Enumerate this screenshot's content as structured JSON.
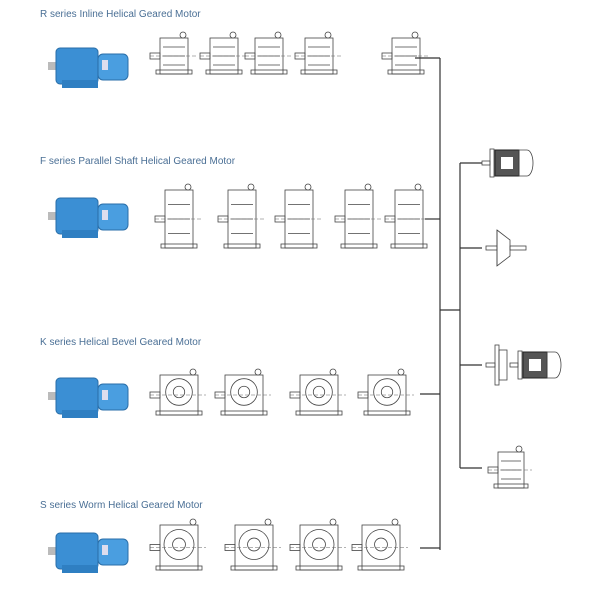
{
  "series": [
    {
      "id": "r",
      "title": "R series Inline Helical Geared Motor",
      "drawing_count": 5
    },
    {
      "id": "f",
      "title": "F series Parallel Shaft Helical Geared Motor",
      "drawing_count": 5
    },
    {
      "id": "k",
      "title": "K series Helical Bevel Geared Motor",
      "drawing_count": 4
    },
    {
      "id": "s",
      "title": "S series Worm Helical Geared Motor",
      "drawing_count": 4
    }
  ],
  "input_options": [
    {
      "name": "electric-motor"
    },
    {
      "name": "input-shaft-adapter"
    },
    {
      "name": "motor-adapter-with-motor"
    },
    {
      "name": "helical-pre-stage-reducer"
    }
  ],
  "colors": {
    "title": "#4a6f95",
    "product": "#3b8fd4",
    "line": "#333333"
  }
}
